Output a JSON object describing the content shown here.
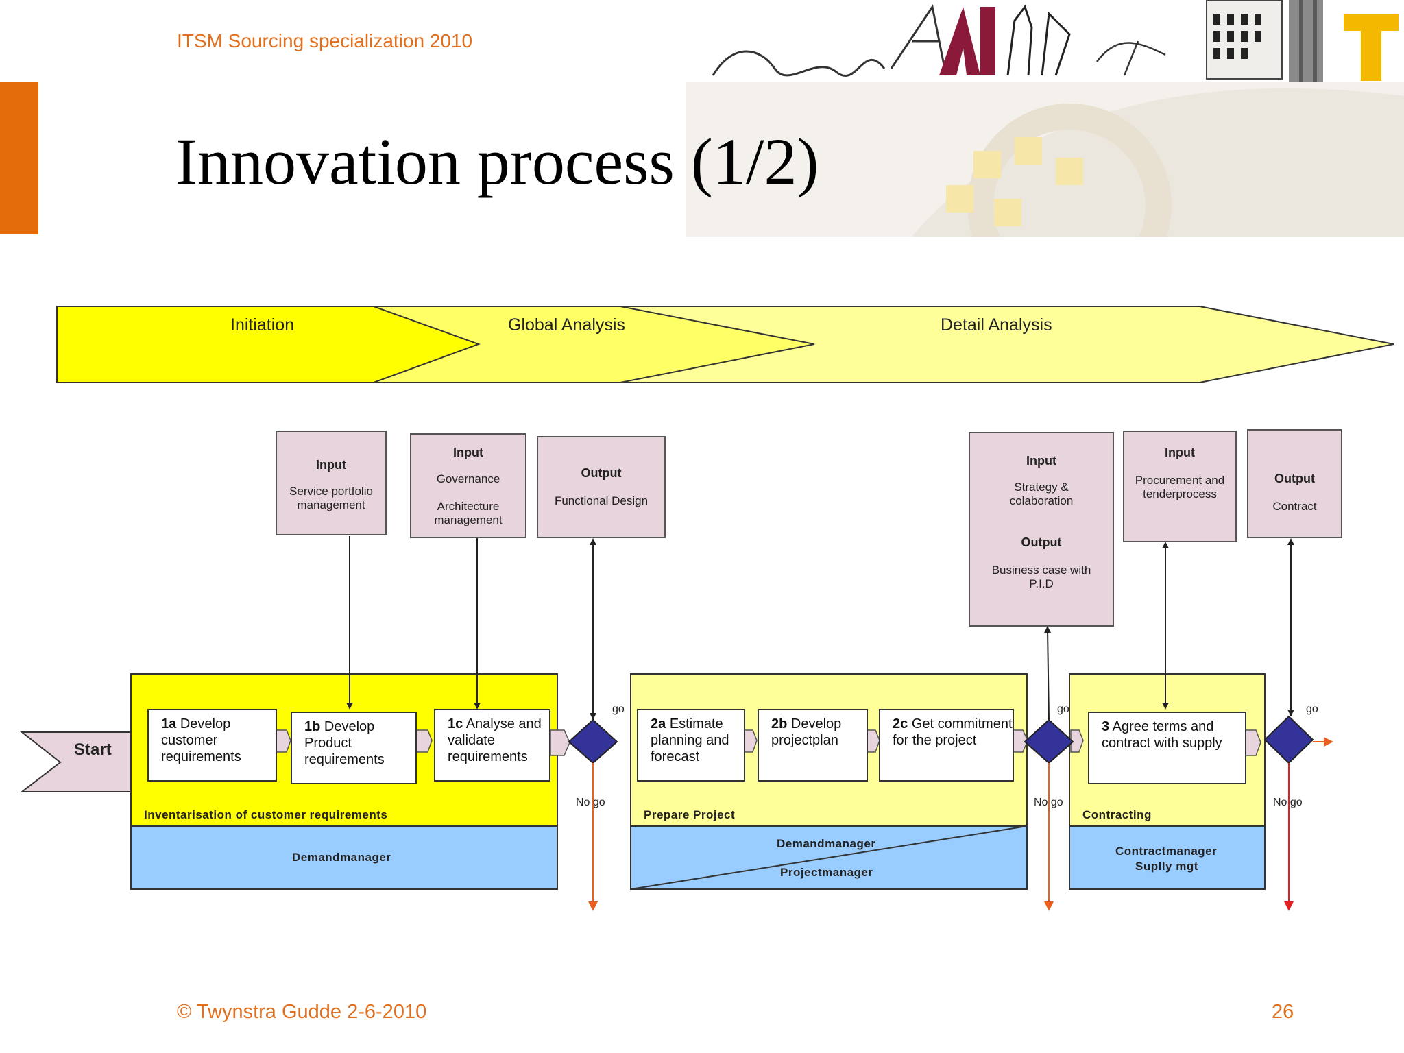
{
  "header": {
    "course": "ITSM Sourcing specialization 2010",
    "title": "Innovation process (1/2)"
  },
  "footer": {
    "copyright": "© Twynstra Gudde  2-6-2010",
    "page_number": "26"
  },
  "phases": [
    {
      "label": "Initiation"
    },
    {
      "label": "Global Analysis"
    },
    {
      "label": "Detail Analysis"
    }
  ],
  "start_label": "Start",
  "info_boxes": {
    "input_1": {
      "heading": "Input",
      "text": "Service portfolio management"
    },
    "input_2": {
      "heading": "Input",
      "line1": "Governance",
      "line2": "Architecture management"
    },
    "output_1": {
      "heading": "Output",
      "text": "Functional Design"
    },
    "input_3": {
      "heading": "Input",
      "text": "Strategy & colaboration",
      "heading2": "Output",
      "text2": "Business case with P.I.D"
    },
    "input_4": {
      "heading": "Input",
      "text": "Procurement and tenderprocess"
    },
    "output_2": {
      "heading": "Output",
      "text": "Contract"
    }
  },
  "steps": {
    "s1a": {
      "num": "1a",
      "text": "Develop customer requirements"
    },
    "s1b": {
      "num": "1b",
      "text": "Develop Product requirements"
    },
    "s1c": {
      "num": "1c",
      "text": "Analyse and validate requirements"
    },
    "s2a": {
      "num": "2a",
      "text": "Estimate planning and forecast"
    },
    "s2b": {
      "num": "2b",
      "text": "Develop projectplan"
    },
    "s2c": {
      "num": "2c",
      "text": "Get commitment for the project"
    },
    "s3": {
      "num": "3",
      "text": "Agree terms and contract with supply"
    }
  },
  "lanes": {
    "lane1": "Inventarisation of customer requirements",
    "lane2": "Prepare Project",
    "lane3": "Contracting"
  },
  "roles": {
    "role1": "Demandmanager",
    "role2a": "Demandmanager",
    "role2b": "Projectmanager",
    "role3a": "Contractmanager",
    "role3b": "Suplly mgt"
  },
  "decisions": {
    "go": "go",
    "nogo": "No go"
  },
  "colors": {
    "accent": "#e46c0a",
    "phase_bright": "#ffff00",
    "phase_light": "#ffff99",
    "info_box": "#e8d4dc",
    "role_blue": "#99ccff",
    "diamond": "#333399",
    "nogo_arrow": "#e86020",
    "nogo_arrow_red": "#e02020"
  }
}
